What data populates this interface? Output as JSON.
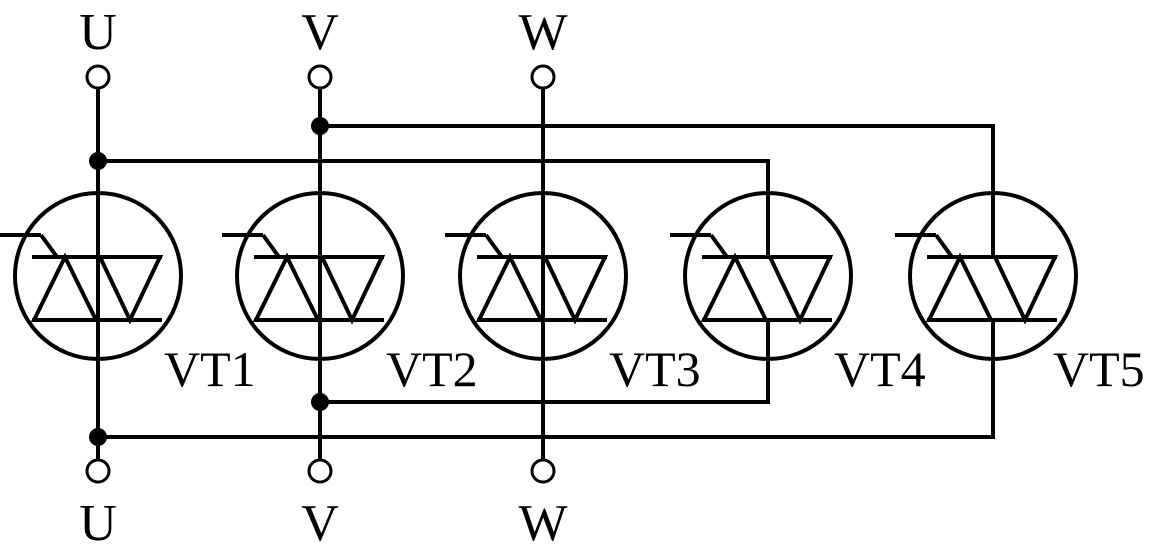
{
  "terminals": {
    "top": [
      "U",
      "V",
      "W"
    ],
    "bottom": [
      "U",
      "V",
      "W"
    ]
  },
  "devices": [
    "VT1",
    "VT2",
    "VT3",
    "VT4",
    "VT5"
  ],
  "colors": {
    "line": "#000000",
    "background": "#ffffff"
  }
}
